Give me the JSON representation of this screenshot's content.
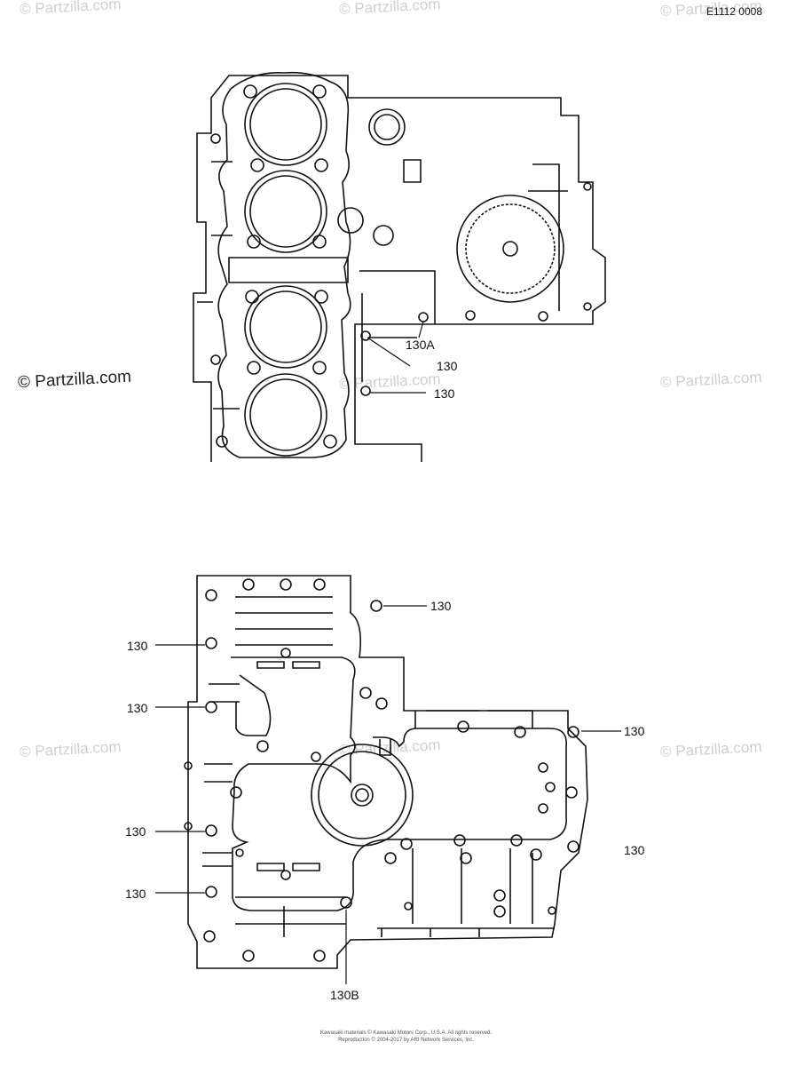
{
  "diagram_code": "E1112 0008",
  "watermarks": {
    "text": "© Partzilla.com",
    "logo_text": "© Partzilla.com"
  },
  "top_view": {
    "labels": [
      "130A",
      "130",
      "130"
    ]
  },
  "bottom_view": {
    "labels": [
      "130",
      "130",
      "130",
      "130",
      "130",
      "130",
      "130",
      "130B"
    ]
  },
  "footer": {
    "line1": "Kawasaki materials © Kawasaki Motors Corp., U.S.A. All rights reserved.",
    "line2": "Reproduction © 2004-2017 by ARI Network Services, Inc."
  }
}
